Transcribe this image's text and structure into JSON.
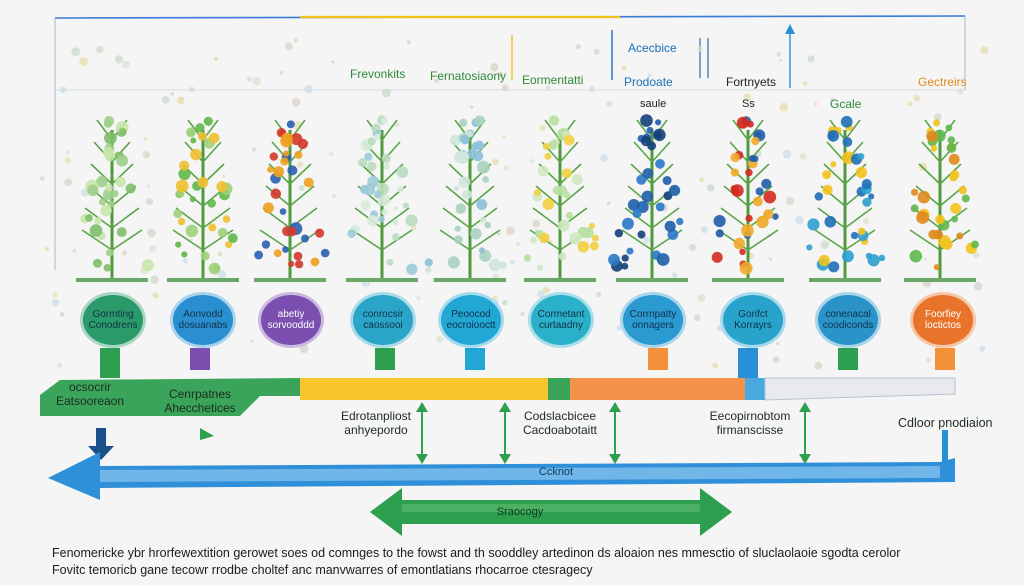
{
  "header_labels": [
    {
      "text": "Frevonkits",
      "color": "green"
    },
    {
      "text": "Fernatosiaony",
      "color": "green"
    },
    {
      "text": "Eormentatti",
      "color": "green"
    },
    {
      "text": "Acecbice",
      "color": "blue"
    },
    {
      "text": "Prodoate",
      "color": "blue"
    },
    {
      "text": "Fortnyets",
      "color": "dark"
    },
    {
      "text": "Gectreirs",
      "color": "orange"
    },
    {
      "text": "Gcale",
      "color": "green"
    },
    {
      "text": "saule",
      "color": "dark"
    },
    {
      "text": "Ss",
      "color": "dark"
    }
  ],
  "pods": [
    {
      "line1": "Gormting",
      "line2": "Conodrens",
      "color": "#2a9a6a"
    },
    {
      "line1": "Aonvodd",
      "line2": "dosuanabs",
      "color": "#2a8fd0"
    },
    {
      "line1": "abetiy",
      "line2": "sorvooddd",
      "color": "#7a4fb0"
    },
    {
      "line1": "conrocsir",
      "line2": "caossooi",
      "color": "#2aa5c8"
    },
    {
      "line1": "Peoocod",
      "line2": "eocroiooctt",
      "color": "#22a6d4"
    },
    {
      "line1": "Cormetant",
      "line2": "curtaadny",
      "color": "#2ab0c8"
    },
    {
      "line1": "Corrnpatty",
      "line2": "onnagers",
      "color": "#2a9ad0"
    },
    {
      "line1": "Gorifct",
      "line2": "Korrayrs",
      "color": "#28a4cc"
    },
    {
      "line1": "conenacal",
      "line2": "coodiconds",
      "color": "#2a94c8"
    },
    {
      "line1": "Foorfiey",
      "line2": "loctictos",
      "color": "#e8732a"
    }
  ],
  "left_band": [
    {
      "line1": "ocsocrir",
      "line2": "Eatsooreaon"
    },
    {
      "line1": "Cenrpatnes",
      "line2": "Ahecchetices"
    }
  ],
  "mid_labels": [
    {
      "line1": "Edrotanpliost",
      "line2": "anhyepordo"
    },
    {
      "line1": "Codslacbicee",
      "line2": "Cacdoabotaitt"
    },
    {
      "line1": "Eecopirnobtom",
      "line2": "firmanscisse"
    }
  ],
  "right_label": "Cdloor pnodiaion",
  "arrow_blue_label": "Ccknot",
  "arrow_green_label": "Sraocogy",
  "caption_lines": [
    "Fenomericke ybr hrorfewextition gerowet soes od comnges to the fowst and th sooddley artedinon ds aloaion nes mmesctio of sluclaolaoie sgodta cerolor",
    "Fovitc temoricb gane tecowr rrodbe choltef anc manvwarres of emontlatians rhocarroe ctesragecy"
  ],
  "colors": {
    "green": "#2e9e4f",
    "blue": "#2a8fd6",
    "yellow": "#f5c21b",
    "orange": "#f2913a",
    "purple": "#7a4fb0",
    "navy": "#1b4f8a"
  }
}
